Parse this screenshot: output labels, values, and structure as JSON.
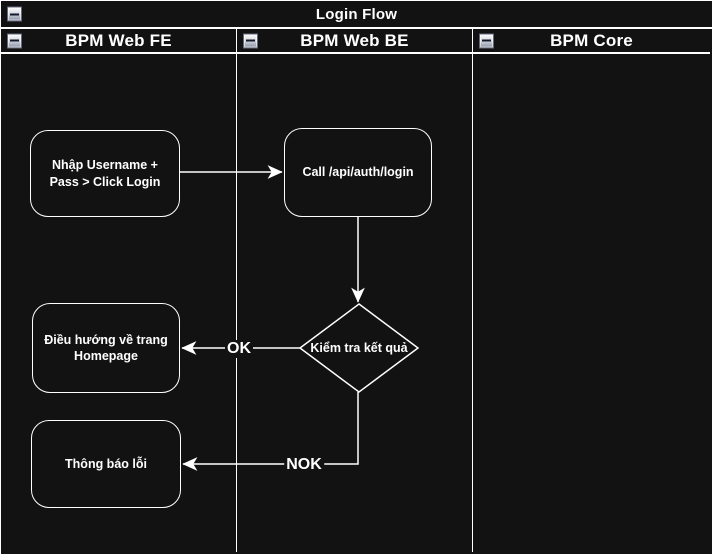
{
  "colors": {
    "background": "#121212",
    "stroke": "#ffffff",
    "text": "#ffffff",
    "collapse_button_top": "#fdfdfd",
    "collapse_button_bottom": "#8b93a6"
  },
  "pool": {
    "title": "Login Flow",
    "collapse_icon": "minus-square"
  },
  "lanes": [
    {
      "label": "BPM Web FE",
      "collapse_icon": "minus-square"
    },
    {
      "label": "BPM Web BE",
      "collapse_icon": "minus-square"
    },
    {
      "label": "BPM Core",
      "collapse_icon": "minus-square"
    }
  ],
  "nodes": {
    "input_login": {
      "label": "Nhập Username + Pass > Click Login",
      "shape": "rounded-rect",
      "lane": "BPM Web FE"
    },
    "call_api": {
      "label": "Call /api/auth/login",
      "shape": "rounded-rect",
      "lane": "BPM Web BE"
    },
    "check_result": {
      "label": "Kiểm tra kết quả",
      "shape": "decision-diamond",
      "lane": "BPM Web BE"
    },
    "redirect_home": {
      "label": "Điều hướng về trang Homepage",
      "shape": "rounded-rect",
      "lane": "BPM Web FE"
    },
    "error_message": {
      "label": "Thông báo lỗi",
      "shape": "rounded-rect",
      "lane": "BPM Web FE"
    }
  },
  "edges": {
    "input_to_call": {
      "from": "input_login",
      "to": "call_api"
    },
    "call_to_check": {
      "from": "call_api",
      "to": "check_result"
    },
    "check_to_redirect": {
      "from": "check_result",
      "to": "redirect_home",
      "label": "OK"
    },
    "check_to_error": {
      "from": "check_result",
      "to": "error_message",
      "label": "NOK"
    }
  }
}
